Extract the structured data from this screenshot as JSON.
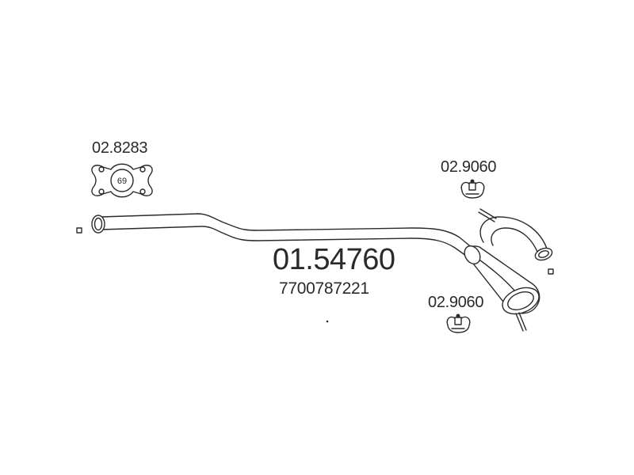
{
  "parts": {
    "main_part_number": "01.54760",
    "oem_number": "7700787221",
    "clamp": {
      "ref": "02.8283",
      "size": "69"
    },
    "hanger_top": {
      "ref": "02.9060"
    },
    "hanger_bottom": {
      "ref": "02.9060"
    }
  },
  "colors": {
    "line": "#2a2a2a",
    "background": "#ffffff"
  },
  "icons": {
    "clamp": "exhaust-clamp-icon",
    "hanger": "rubber-hanger-icon",
    "pipe": "exhaust-pipe-icon",
    "muffler": "muffler-icon"
  }
}
